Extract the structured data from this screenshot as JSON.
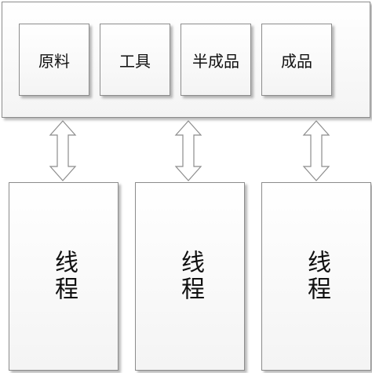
{
  "items": [
    "原料",
    "工具",
    "半成品",
    "成品"
  ],
  "threads": [
    "线程",
    "线程",
    "线程"
  ],
  "colors": {
    "border": "#8c8c8c",
    "fill_top": "#ffffff",
    "fill_bottom": "#f4f4f4"
  }
}
